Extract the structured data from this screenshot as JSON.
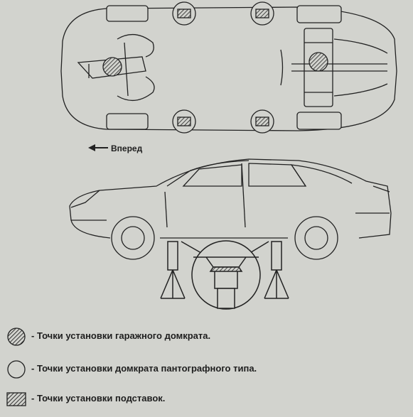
{
  "direction_label": "Вперед",
  "legend": [
    {
      "symbol": "hatched-circle-icon",
      "text": "- Точки установки гаражного домкрата."
    },
    {
      "symbol": "empty-circle-icon",
      "text": "- Точки установки домкрата пантографного типа."
    },
    {
      "symbol": "hatched-rectangle-icon",
      "text": "- Точки установки подставок."
    }
  ]
}
